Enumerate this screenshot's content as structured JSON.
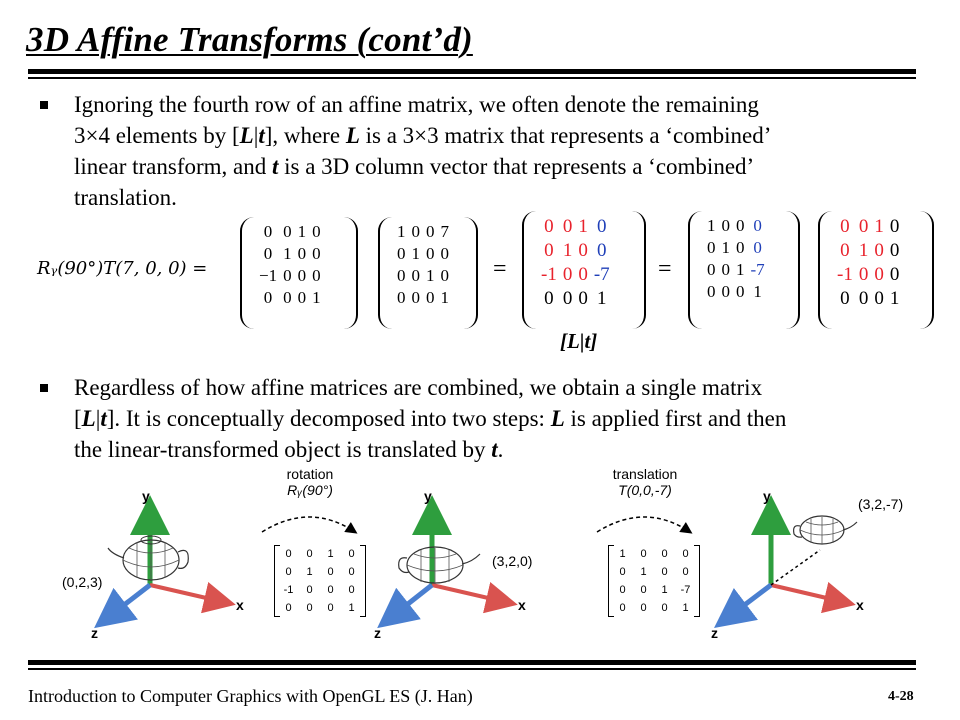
{
  "title": "3D Affine Transforms (cont’d)",
  "bullet1": {
    "line1": "Ignoring the fourth row of an affine matrix, we often denote the remaining",
    "line2a": "3×4 elements by [",
    "line2b": "L",
    "line2c": "|",
    "line2d": "t",
    "line2e": "], where ",
    "line2f": "L",
    "line2g": " is a 3×3 matrix that represents a ‘combined’",
    "line3a": "linear transform, and ",
    "line3b": "t",
    "line3c": " is a 3D column vector that represents a ‘combined’",
    "line4": "translation."
  },
  "equation": {
    "lhs": "Rᵧ(90°)T(7, 0, 0) =",
    "eq1": "=",
    "eq2": "=",
    "eq3": "=",
    "lt_label": "[L|t]",
    "m1": [
      [
        "0",
        "0",
        "1",
        "0"
      ],
      [
        "0",
        "1",
        "0",
        "0"
      ],
      [
        "−1",
        "0",
        "0",
        "0"
      ],
      [
        "0",
        "0",
        "0",
        "1"
      ]
    ],
    "m2": [
      [
        "1",
        "0",
        "0",
        "7"
      ],
      [
        "0",
        "1",
        "0",
        "0"
      ],
      [
        "0",
        "0",
        "1",
        "0"
      ],
      [
        "0",
        "0",
        "0",
        "1"
      ]
    ],
    "m3": [
      [
        "0",
        "0",
        "1",
        "0"
      ],
      [
        "0",
        "1",
        "0",
        "0"
      ],
      [
        "-1",
        "0",
        "0",
        "-7"
      ],
      [
        "0",
        "0",
        "0",
        "1"
      ]
    ],
    "m4": [
      [
        "1",
        "0",
        "0",
        "0"
      ],
      [
        "0",
        "1",
        "0",
        "0"
      ],
      [
        "0",
        "0",
        "1",
        "-7"
      ],
      [
        "0",
        "0",
        "0",
        "1"
      ]
    ],
    "m5": [
      [
        "0",
        "0",
        "1",
        "0"
      ],
      [
        "0",
        "1",
        "0",
        "0"
      ],
      [
        "-1",
        "0",
        "0",
        "0"
      ],
      [
        "0",
        "0",
        "0",
        "1"
      ]
    ]
  },
  "bullet2": {
    "line1": "Regardless of how affine matrices are combined, we obtain a single matrix",
    "line2a": "[",
    "line2b": "L",
    "line2c": "|",
    "line2d": "t",
    "line2e": "]. It is conceptually decomposed into two steps: ",
    "line2f": "L",
    "line2g": " is applied first and then",
    "line3a": "the linear-transformed object is translated by ",
    "line3b": "t",
    "line3c": "."
  },
  "figure": {
    "rotation_label": "rotation",
    "rotation_expr": "Rᵧ(90°)",
    "translation_label": "translation",
    "translation_expr": "T(0,0,-7)",
    "p1": "(0,2,3)",
    "p2": "(3,2,0)",
    "p3": "(3,2,-7)",
    "axis_x": "x",
    "axis_y": "y",
    "axis_z": "z",
    "rot_matrix": [
      [
        "0",
        "0",
        "1",
        "0"
      ],
      [
        "0",
        "1",
        "0",
        "0"
      ],
      [
        "-1",
        "0",
        "0",
        "0"
      ],
      [
        "0",
        "0",
        "0",
        "1"
      ]
    ],
    "trans_matrix": [
      [
        "1",
        "0",
        "0",
        "0"
      ],
      [
        "0",
        "1",
        "0",
        "0"
      ],
      [
        "0",
        "0",
        "1",
        "-7"
      ],
      [
        "0",
        "0",
        "0",
        "1"
      ]
    ]
  },
  "footer": {
    "text": "Introduction to Computer Graphics with OpenGL ES (J. Han)",
    "page": "4-28"
  },
  "colors": {
    "red": "#e8222c",
    "blue": "#1f3fb8",
    "axis_x": "#d9534f",
    "axis_y": "#2e9e3e",
    "axis_z": "#4a7fd0"
  }
}
